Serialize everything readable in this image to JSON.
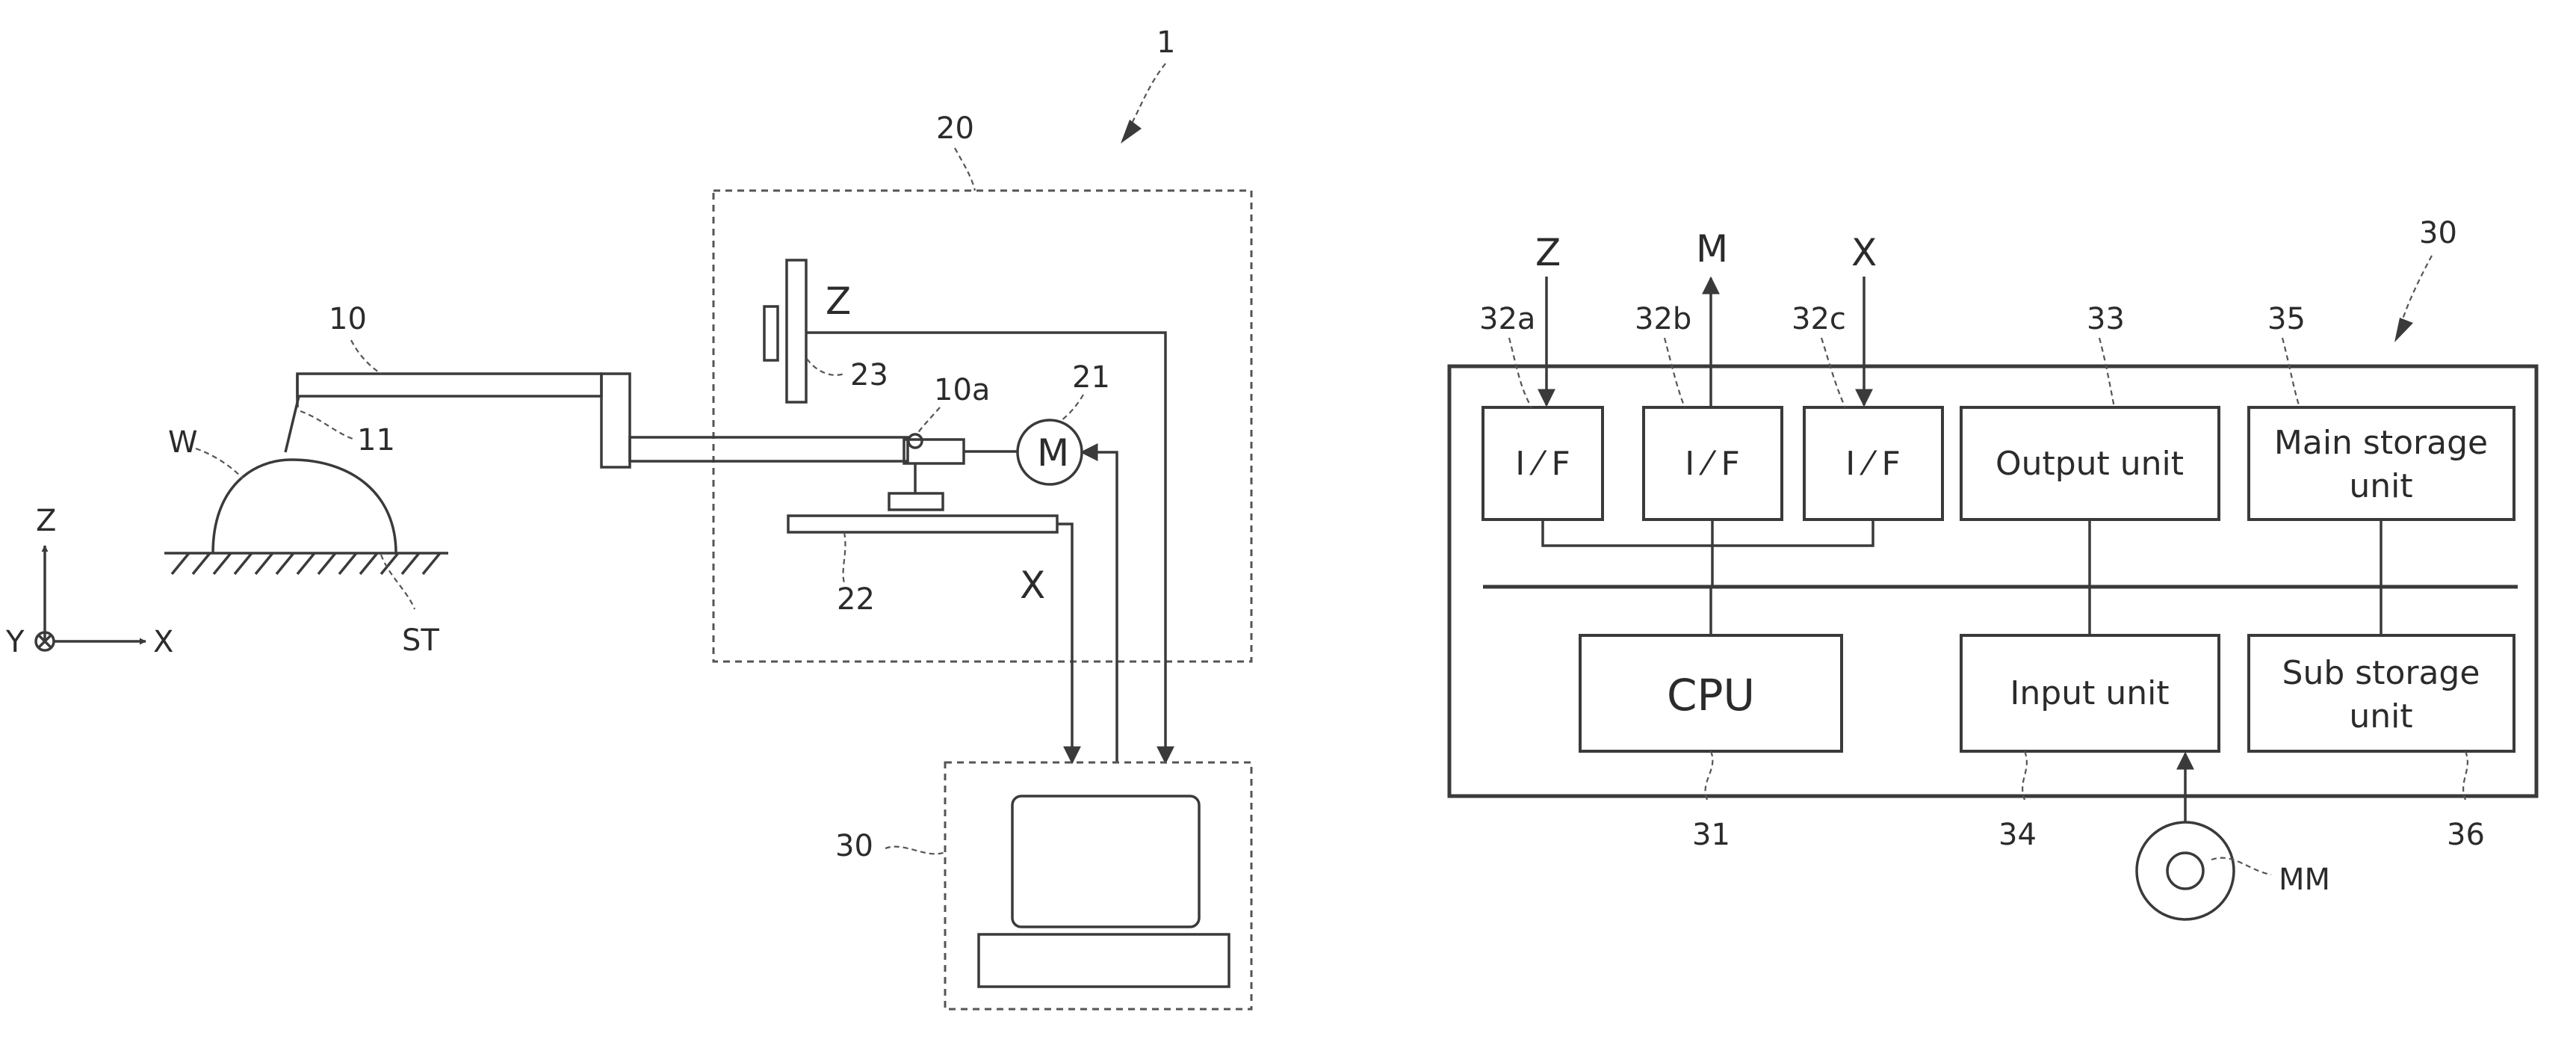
{
  "left_figure": {
    "system_ref": "1",
    "controller_box_ref": "20",
    "computer_ref": "30",
    "arm_ref": "10",
    "stylus_ref": "11",
    "pivot_ref": "10a",
    "motor_ref": "21",
    "motor_letter": "M",
    "x_scale_ref": "22",
    "z_scale_ref": "23",
    "workpiece_label": "W",
    "stage_label": "ST",
    "signal_z": "Z",
    "signal_x": "X",
    "axes": {
      "z": "Z",
      "y": "Y",
      "x": "X"
    }
  },
  "right_figure": {
    "ref": "30",
    "inputs": {
      "z": "Z",
      "m": "M",
      "x": "X"
    },
    "interfaces": [
      {
        "ref": "32a",
        "label": "I ⁄ F"
      },
      {
        "ref": "32b",
        "label": "I ⁄ F"
      },
      {
        "ref": "32c",
        "label": "I ⁄ F"
      }
    ],
    "output_unit": {
      "ref": "33",
      "label": "Output unit"
    },
    "main_storage": {
      "ref": "35",
      "label_line1": "Main storage",
      "label_line2": "unit"
    },
    "cpu": {
      "ref": "31",
      "label": "CPU"
    },
    "input_unit": {
      "ref": "34",
      "label": "Input unit"
    },
    "sub_storage": {
      "ref": "36",
      "label_line1": "Sub storage",
      "label_line2": "unit"
    },
    "medium_ref": "MM"
  }
}
